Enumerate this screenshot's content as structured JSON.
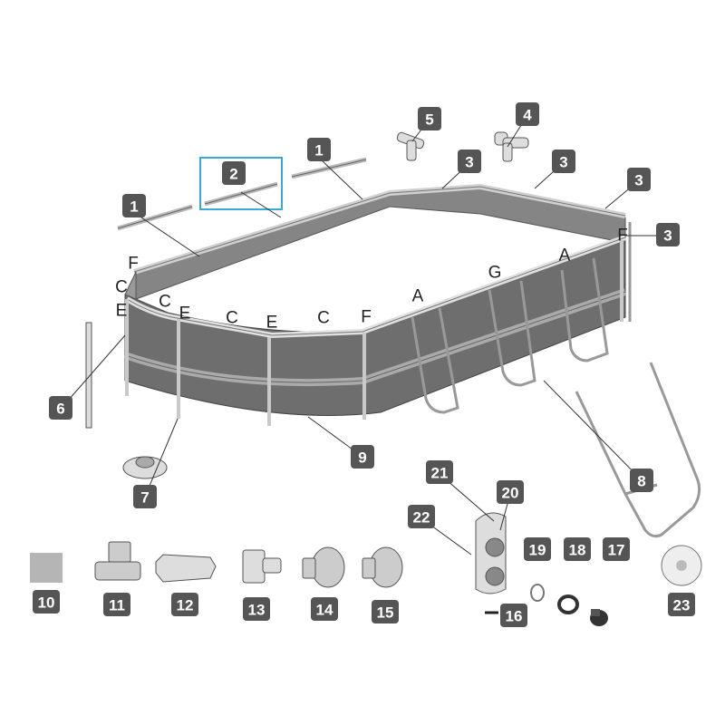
{
  "colors": {
    "badge": "#555555",
    "badge_text": "#ffffff",
    "pool_wall": "#7a7a7a",
    "frame": "#d8d8d8",
    "highlight": "#3aa8d8"
  },
  "selected_part": "2",
  "badges": {
    "p1a": "1",
    "p1b": "1",
    "p2": "2",
    "p3a": "3",
    "p3b": "3",
    "p3c": "3",
    "p3d": "3",
    "p4": "4",
    "p5": "5",
    "p6": "6",
    "p7": "7",
    "p8": "8",
    "p9": "9",
    "p10": "10",
    "p11": "11",
    "p12": "12",
    "p13": "13",
    "p14": "14",
    "p15": "15",
    "p16": "16",
    "p17": "17",
    "p18": "18",
    "p19": "19",
    "p20": "20",
    "p21": "21",
    "p22": "22",
    "p23": "23"
  },
  "letters": {
    "F1": "F",
    "C1": "C",
    "E1": "E",
    "C2": "C",
    "E2": "E",
    "C3": "C",
    "E3": "E",
    "C4": "C",
    "F2": "F",
    "A1": "A",
    "G1": "G",
    "A2": "A",
    "F3": "F"
  }
}
